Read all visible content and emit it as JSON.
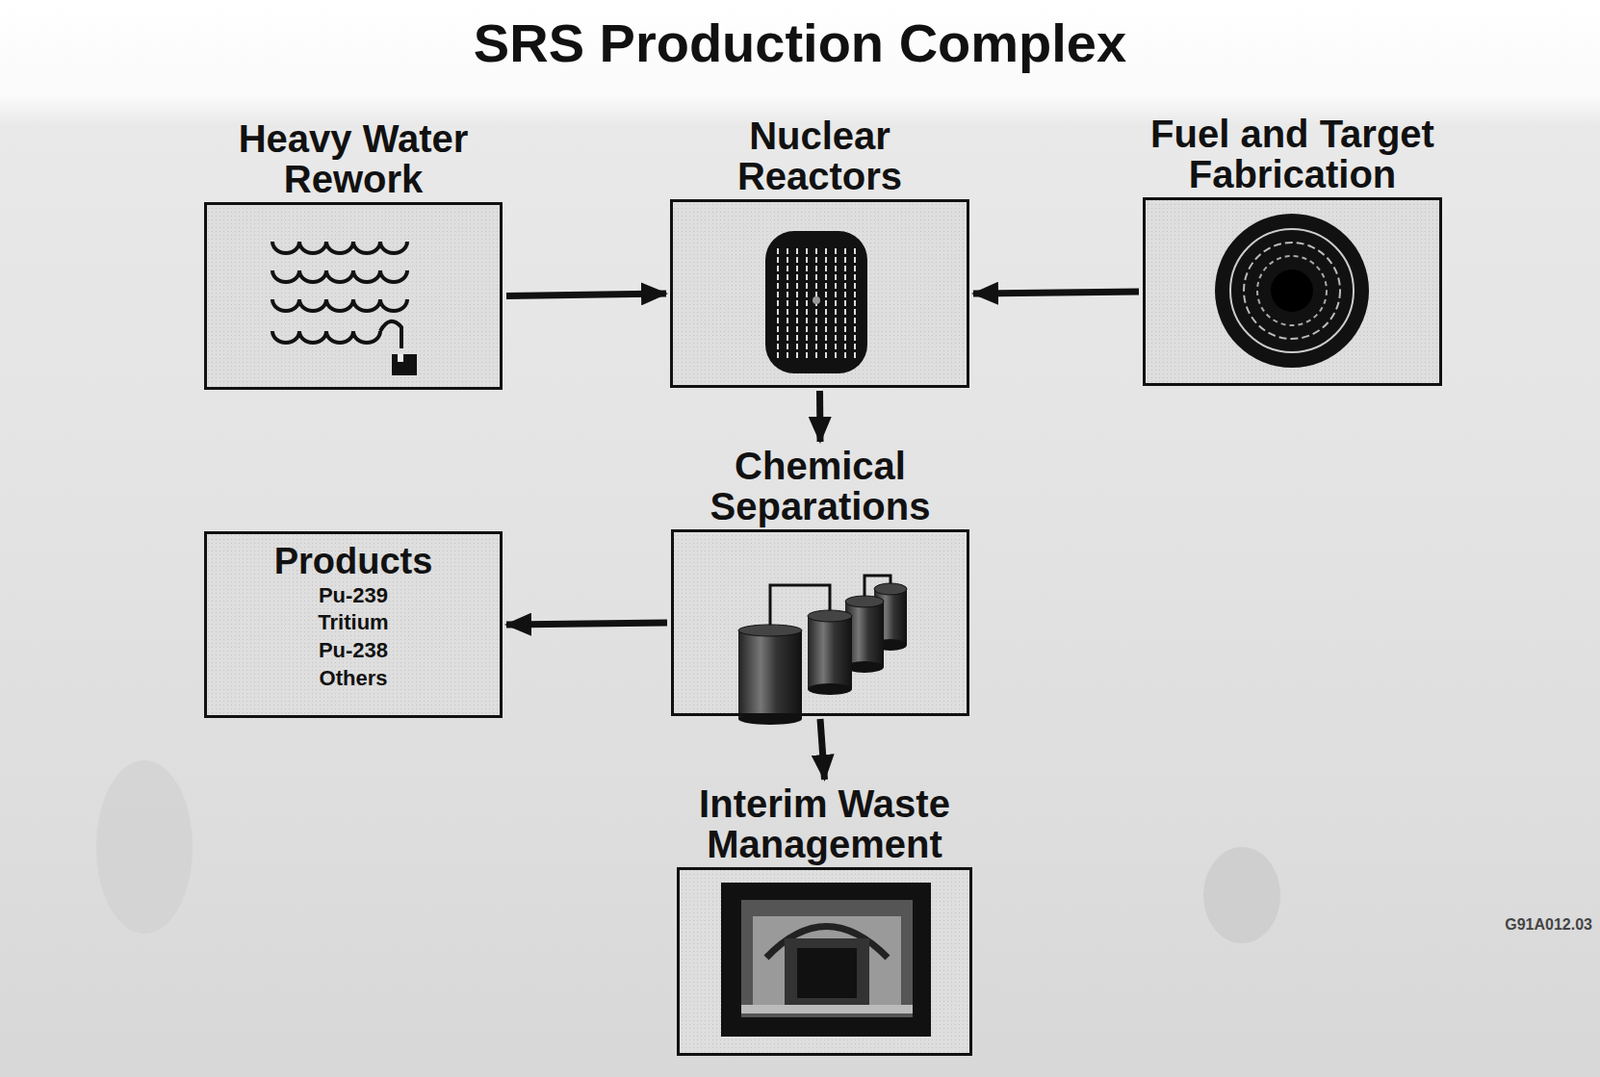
{
  "diagram": {
    "title": "SRS Production Complex",
    "nodes": [
      {
        "text": [
          "Heavy Water Rework"
        ]
      },
      {
        "text": [
          "Nuclear Reactors"
        ]
      },
      {
        "text": [
          "Fuel and Target Fabrication"
        ]
      },
      {
        "text": [
          "Chemical Separations"
        ]
      },
      {
        "text": [
          "Products",
          "Pu-239",
          "Tritium",
          "Pu-238",
          "Others"
        ]
      },
      {
        "text": [
          "Interim Waste Management"
        ]
      }
    ],
    "edges": [
      {
        "from": 0,
        "to": 1,
        "arrow": "to"
      },
      {
        "from": 2,
        "to": 1,
        "arrow": "to"
      },
      {
        "from": 1,
        "to": 3,
        "arrow": "to"
      },
      {
        "from": 3,
        "to": 4,
        "arrow": "to"
      },
      {
        "from": 3,
        "to": 5,
        "arrow": "to"
      }
    ],
    "labels": [
      "G91A012.03"
    ]
  }
}
